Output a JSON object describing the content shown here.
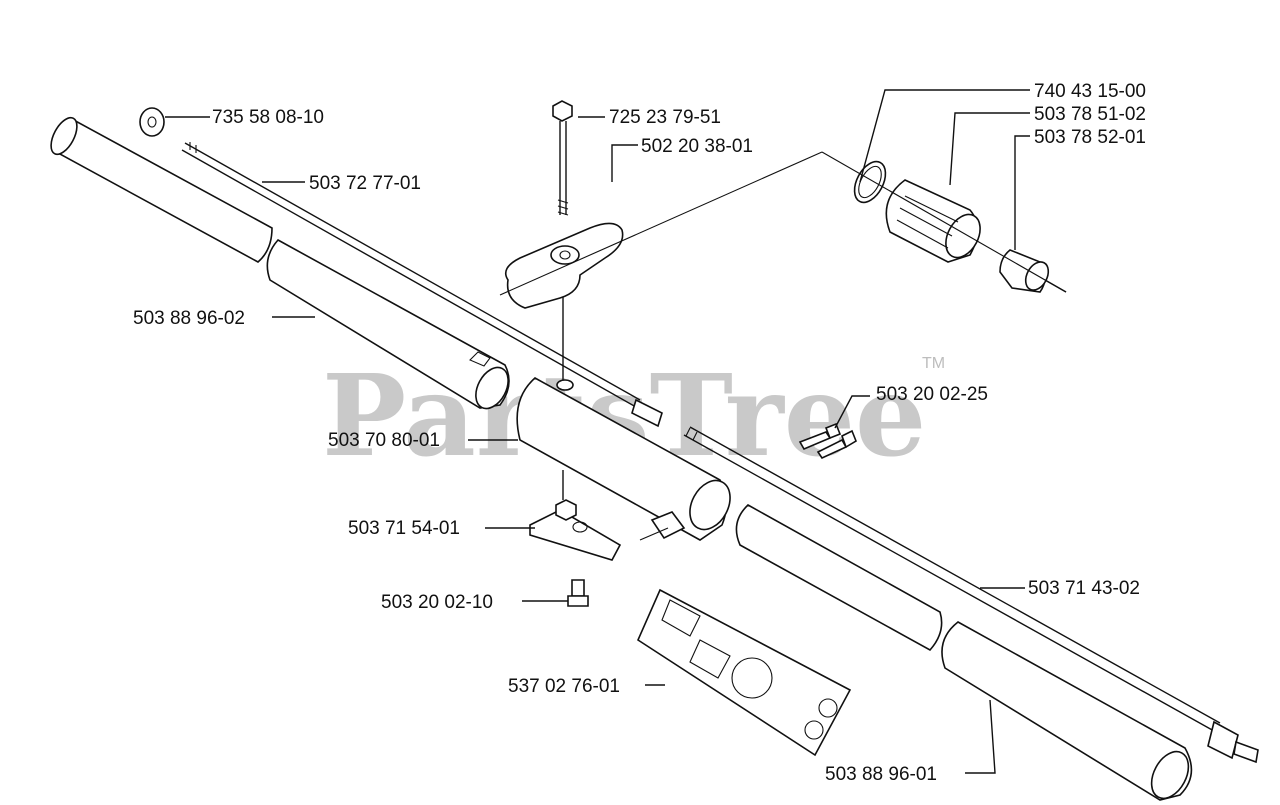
{
  "watermark": {
    "text": "PartsTree",
    "trademark": "TM"
  },
  "part_labels": {
    "p735580810": "735 58 08-10",
    "p725237951": "725 23 79-51",
    "p502203801": "502 20 38-01",
    "p503727701": "503 72 77-01",
    "p740431500": "740 43 15-00",
    "p503785102": "503 78 51-02",
    "p503785201": "503 78 52-01",
    "p503889602": "503 88 96-02",
    "p503200225": "503 20 02-25",
    "p503708001": "503 70 80-01",
    "p503715401": "503 71 54-01",
    "p503200210": "503 20 02-10",
    "p503714302": "503 71 43-02",
    "p537027601": "537 02 76-01",
    "p503889601": "503 88 96-01"
  }
}
